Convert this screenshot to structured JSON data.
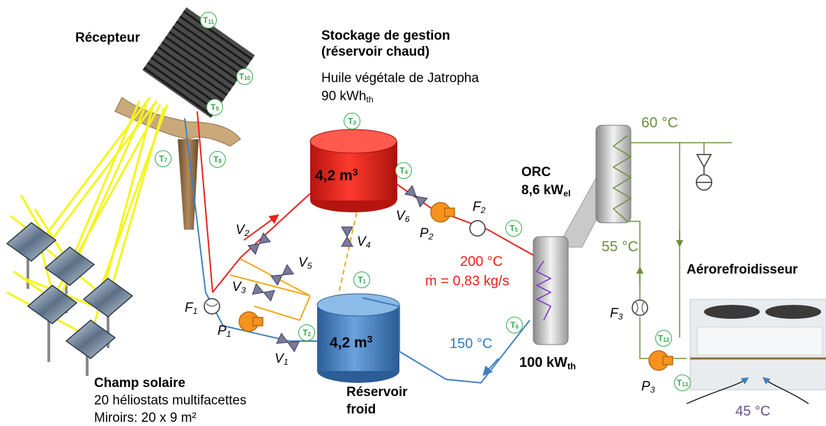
{
  "receiver": {
    "title": "Récepteur"
  },
  "storage": {
    "title_line1": "Stockage de gestion",
    "title_line2": "(réservoir chaud)",
    "medium": "Huile végétale de Jatropha",
    "capacity_value": "90 kWh",
    "capacity_sub": "th"
  },
  "hot_tank": {
    "volume": "4,2 m",
    "volume_sup": "3"
  },
  "cold_tank": {
    "volume": "4,2 m",
    "volume_sup": "3",
    "label_line1": "Réservoir",
    "label_line2": "froid"
  },
  "orc": {
    "line1": "ORC",
    "power": "8,6 kW",
    "power_sub": "el"
  },
  "thermal": {
    "power": "100 kW",
    "power_sub": "th"
  },
  "flow": {
    "hot_temp": "200 °C",
    "mass_flow": "ṁ = 0,83 kg/s",
    "cold_temp": "150 °C"
  },
  "cooling": {
    "t_in": "60 °C",
    "t_out": "55 °C",
    "ambient": "45 °C",
    "cooler_label": "Aérorefroidisseur"
  },
  "solar_field": {
    "title": "Champ solaire",
    "line1": "20 héliostats multifacettes",
    "line2": "Miroirs: 20 x 9 m²"
  },
  "valves": [
    {
      "base": "V",
      "sub": "1"
    },
    {
      "base": "V",
      "sub": "2"
    },
    {
      "base": "V",
      "sub": "3"
    },
    {
      "base": "V",
      "sub": "4"
    },
    {
      "base": "V",
      "sub": "5"
    },
    {
      "base": "V",
      "sub": "6"
    }
  ],
  "pumps": [
    {
      "base": "P",
      "sub": "1"
    },
    {
      "base": "P",
      "sub": "2"
    },
    {
      "base": "P",
      "sub": "3"
    }
  ],
  "flowmeters": [
    {
      "base": "F",
      "sub": "1"
    },
    {
      "base": "F",
      "sub": "2"
    },
    {
      "base": "F",
      "sub": "3"
    }
  ],
  "sensors": [
    {
      "base": "T",
      "sub": "1"
    },
    {
      "base": "T",
      "sub": "2"
    },
    {
      "base": "T",
      "sub": "3"
    },
    {
      "base": "T",
      "sub": "4"
    },
    {
      "base": "T",
      "sub": "5"
    },
    {
      "base": "T",
      "sub": "6"
    },
    {
      "base": "T",
      "sub": "7"
    },
    {
      "base": "T",
      "sub": "8"
    },
    {
      "base": "T",
      "sub": "9"
    },
    {
      "base": "T",
      "sub": "10"
    },
    {
      "base": "T",
      "sub": "11"
    },
    {
      "base": "T",
      "sub": "12"
    },
    {
      "base": "T",
      "sub": "13"
    }
  ],
  "colors": {
    "hot_line": "#e8211d",
    "cold_line": "#3f7fc0",
    "bypass_line": "#f0a818",
    "cooling_line": "#6b8f3a",
    "sun_rays": "#f5f51a",
    "sensor": "#2eaa4a",
    "pump": "#f7921e",
    "hot_tank": "#e8211d",
    "cold_tank": "#3f7fc0"
  }
}
